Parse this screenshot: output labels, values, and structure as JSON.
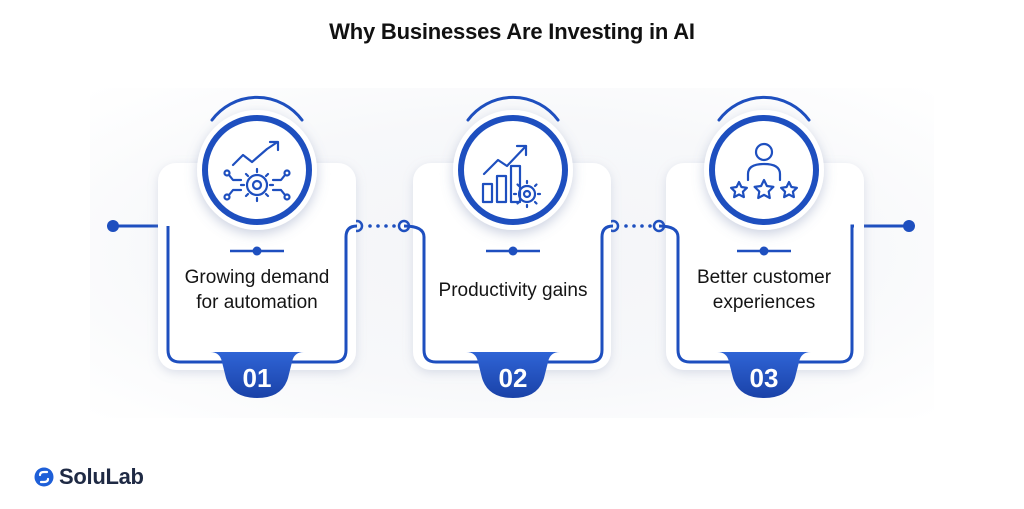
{
  "title": "Why Businesses Are Investing in AI",
  "steps": [
    {
      "number": "01",
      "text": "Growing demand for automation",
      "icon": "automation-gear-growth-icon"
    },
    {
      "number": "02",
      "text": "Productivity gains",
      "icon": "bar-chart-gear-icon"
    },
    {
      "number": "03",
      "text": "Better customer experiences",
      "icon": "customer-rating-stars-icon"
    }
  ],
  "brand": {
    "name": "SoluLab",
    "icon": "solulab-logo-icon"
  },
  "colors": {
    "accent": "#1e4fbf",
    "accent_dark": "#1a3fa3",
    "title": "#111111"
  }
}
